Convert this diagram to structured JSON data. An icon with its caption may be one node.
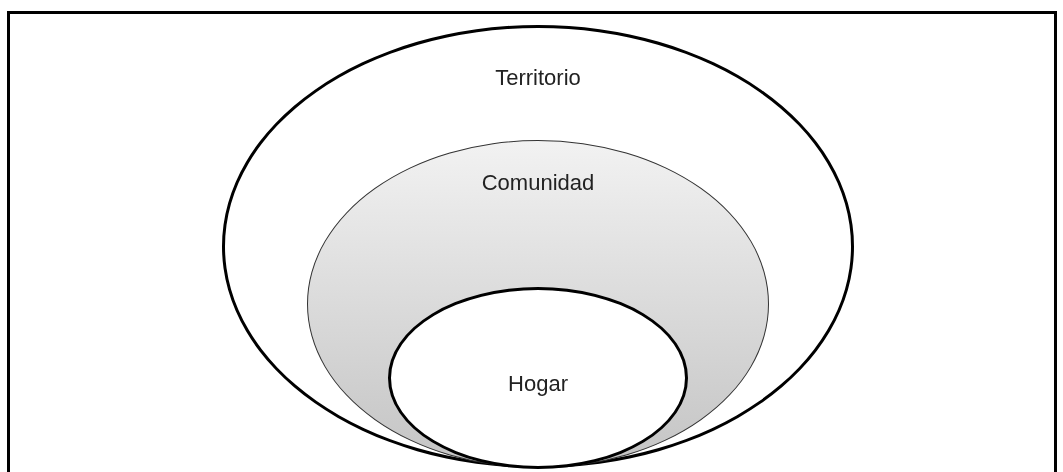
{
  "diagram": {
    "nodes": [
      {
        "text": [
          "Territorio"
        ]
      },
      {
        "text": [
          "Comunidad"
        ],
        "in": 0
      },
      {
        "text": [
          "Hogar"
        ],
        "in": 1
      }
    ]
  }
}
